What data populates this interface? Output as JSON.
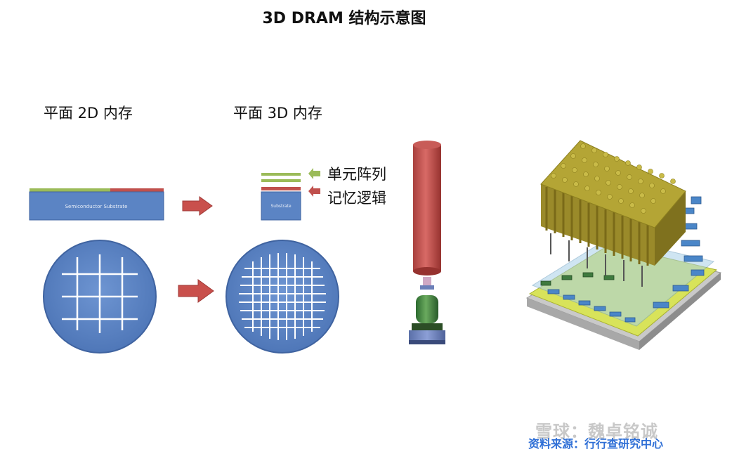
{
  "title": "3D DRAM 结构示意图",
  "planar_2d": {
    "heading": "平面 2D 内存",
    "substrate_label": "Semiconductor Substrate"
  },
  "planar_3d": {
    "heading": "平面 3D 内存",
    "substrate_label": "Substrate"
  },
  "legend": {
    "array": "单元阵列",
    "logic": "记忆逻辑"
  },
  "source": "资料来源：行行查研究中心",
  "watermark": "雪球：魏卓铭诚",
  "colors": {
    "substrate_blue": "#5b84c4",
    "array_green": "#9bbb59",
    "logic_red": "#c0504d",
    "source_blue": "#2f6fd6"
  }
}
